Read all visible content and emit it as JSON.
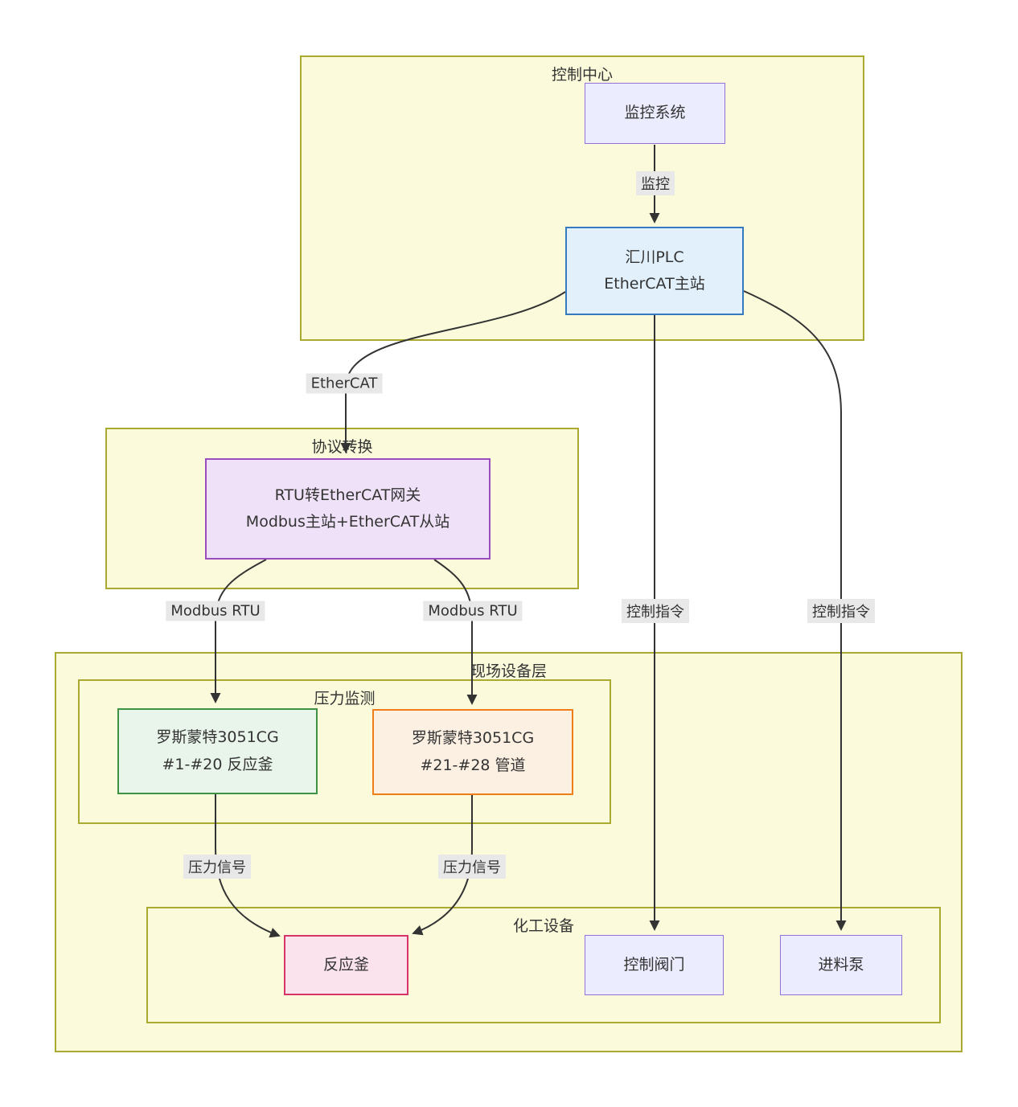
{
  "diagram": {
    "containers": {
      "control_center": {
        "title": "控制中心"
      },
      "protocol": {
        "title": "协议转换"
      },
      "field": {
        "title": "现场设备层"
      },
      "pressure": {
        "title": "压力监测"
      },
      "chemical": {
        "title": "化工设备"
      }
    },
    "nodes": {
      "monitor": {
        "line1": "监控系统"
      },
      "plc": {
        "line1": "汇川PLC",
        "line2": "EtherCAT主站"
      },
      "gateway": {
        "line1": "RTU转EtherCAT网关",
        "line2": "Modbus主站+EtherCAT从站"
      },
      "sensor_reactor": {
        "line1": "罗斯蒙特3051CG",
        "line2": "#1-#20 反应釜"
      },
      "sensor_pipe": {
        "line1": "罗斯蒙特3051CG",
        "line2": "#21-#28 管道"
      },
      "reactor": {
        "line1": "反应釜"
      },
      "valve": {
        "line1": "控制阀门"
      },
      "pump": {
        "line1": "进料泵"
      }
    },
    "edge_labels": {
      "monitor_cmd": "监控",
      "ethercat": "EtherCAT",
      "modbus_rtu_1": "Modbus RTU",
      "modbus_rtu_2": "Modbus RTU",
      "control_cmd_1": "控制指令",
      "control_cmd_2": "控制指令",
      "pressure_signal_1": "压力信号",
      "pressure_signal_2": "压力信号"
    },
    "colors": {
      "container_fill": "#fbfbdc",
      "container_border": "#aaaa33",
      "node_default_fill": "#ececff",
      "node_default_border": "#9370db",
      "plc_fill": "#e1f0fb",
      "plc_border": "#3579be",
      "gateway_fill": "#efe1f7",
      "gateway_border": "#9a4dbe",
      "sensor_reactor_fill": "#e9f4ea",
      "sensor_reactor_border": "#3f9144",
      "sensor_pipe_fill": "#fcf0e3",
      "sensor_pipe_border": "#ee7d18",
      "reactor_fill": "#fbe3ee",
      "reactor_border": "#d63369",
      "edge_color": "#333333",
      "edge_label_bg": "#e8e8e8"
    }
  }
}
